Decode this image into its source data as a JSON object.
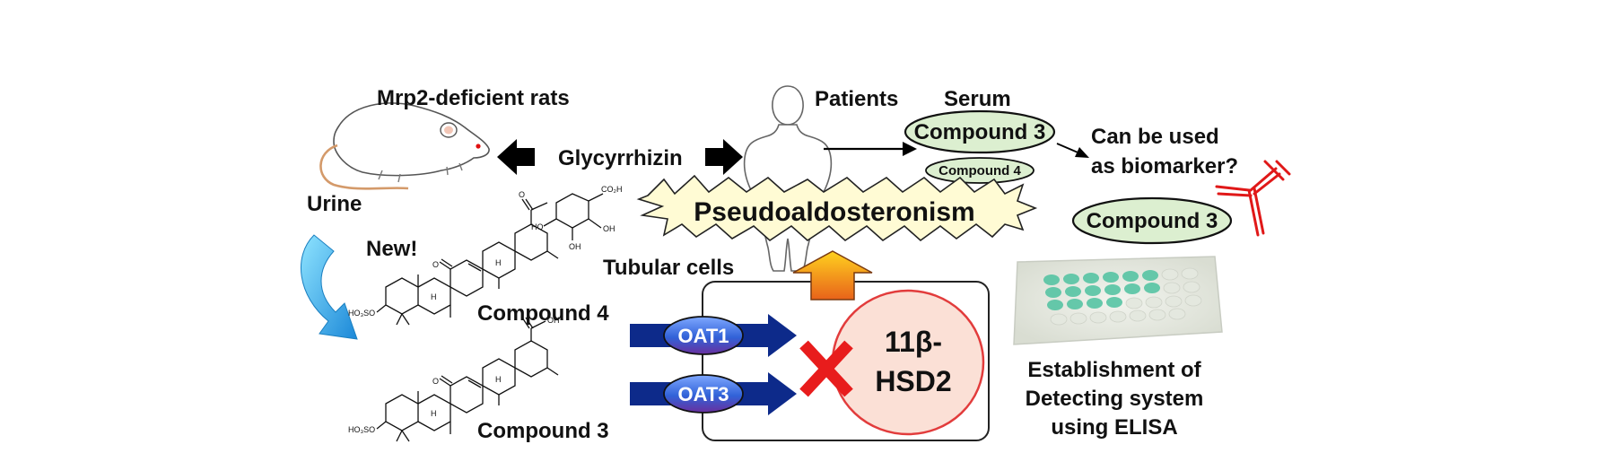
{
  "labels": {
    "rats": "Mrp2-deficient rats",
    "patients": "Patients",
    "serum": "Serum",
    "glycyrrhizin": "Glycyrrhizin",
    "urine": "Urine",
    "new": "New!",
    "pseudo": "Pseudoaldosteronism",
    "tubular": "Tubular cells",
    "compound3_serum": "Compound 3",
    "compound4_serum": "Compound 4",
    "biomarker_line1": "Can be used",
    "biomarker_line2": "as biomarker?",
    "compound3_elisa": "Compound 3",
    "compound4_struct": "Compound 4",
    "compound3_struct": "Compound 3",
    "oat1": "OAT1",
    "oat3": "OAT3",
    "hsd_line1": "11β-",
    "hsd_line2": "HSD2",
    "est_line1": "Establishment of",
    "est_line2": "Detecting system",
    "est_line3": "using ELISA"
  },
  "chem_labels": {
    "so3_a": "HO₃SO",
    "so3_b": "HO₃SO",
    "co2h_gluc": "CO₂H",
    "oh_a": "OH",
    "oh_b": "OH",
    "ho_gluc": "HO",
    "oh_acid": "OH",
    "h_a": "H",
    "h_b": "H",
    "h_c": "H",
    "h_d": "H",
    "o_ketone_a": "O",
    "o_ketone_b": "O",
    "o_ester": "O"
  },
  "colors": {
    "arrow_navy": "#0d2a8a",
    "oat_fill": "#3f6fe0",
    "cross_red": "#e81c1c",
    "hsd_fill": "#fbe0d6",
    "hsd_stroke": "#e23c3c",
    "compound_fill": "#dcefd0",
    "burst_fill": "#fffbd4",
    "up_arrow_top": "#ffd21f",
    "up_arrow_bottom": "#e8621a",
    "antibody": "#e01818",
    "curved_arrow": "#20a6e0"
  }
}
